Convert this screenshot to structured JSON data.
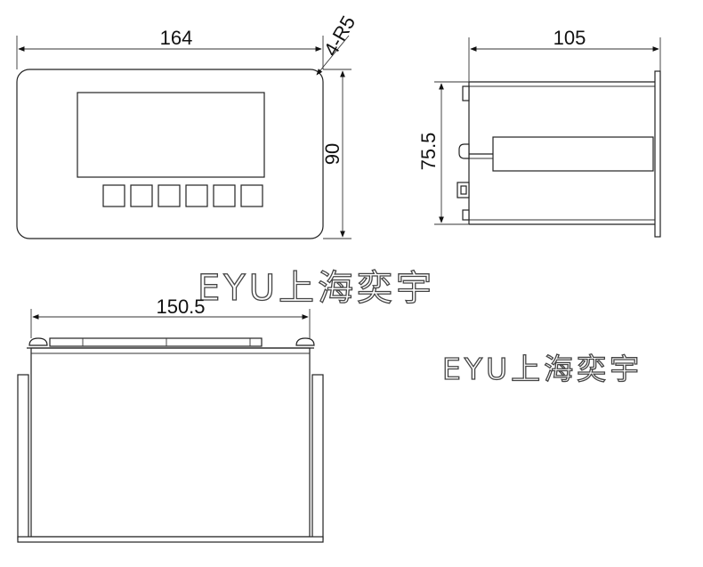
{
  "front_view": {
    "width_label": "164",
    "height_label": "90",
    "radius_label": "4-R5",
    "button_count": 6
  },
  "side_view": {
    "depth_label": "105",
    "height_label": "75.5"
  },
  "bottom_view": {
    "width_label": "150.5"
  },
  "watermarks": {
    "primary": "EYU上海奕宇",
    "secondary": "EYU上海奕宇"
  },
  "colors": {
    "line": "#222222",
    "background": "#ffffff",
    "watermark_outline": "#444444"
  }
}
